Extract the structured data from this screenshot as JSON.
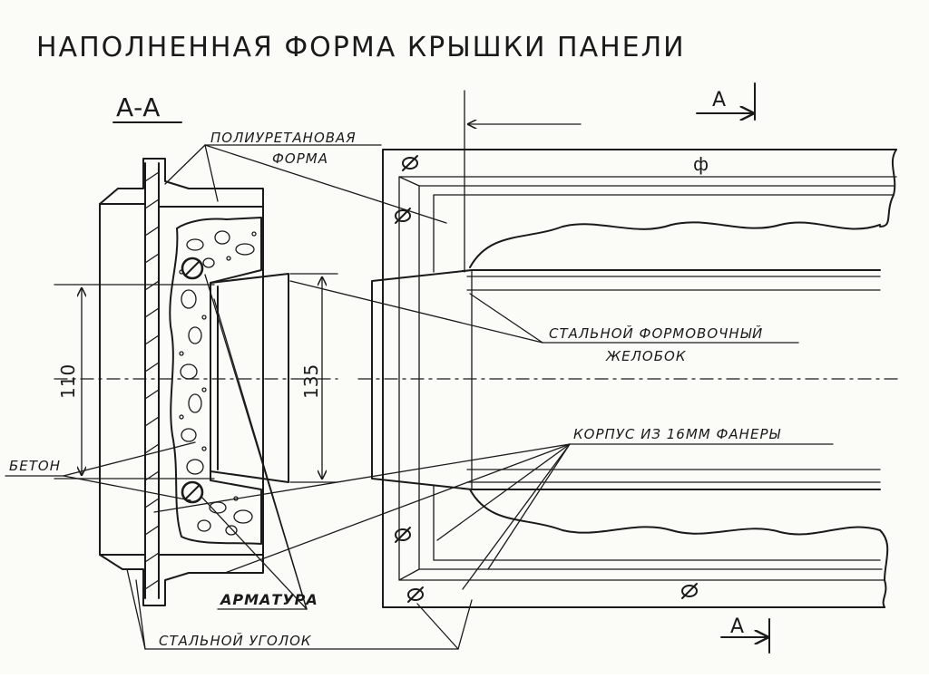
{
  "title": "НАПОЛНЕННАЯ ФОРМА КРЫШКИ ПАНЕЛИ",
  "section_label": "А-А",
  "section_mark_top": "А",
  "section_mark_bottom": "А",
  "labels": {
    "polyurethane_form_line1": "ПОЛИУРЕТАНОВАЯ",
    "polyurethane_form_line2": "ФОРМА",
    "steel_trough_line1": "СТАЛЬНОЙ ФОРМОВОЧНЫЙ",
    "steel_trough_line2": "ЖЕЛОБОК",
    "plywood_body": "КОРПУС ИЗ 16ММ ФАНЕРЫ",
    "concrete": "БЕТОН",
    "rebar": "АРМАТУРА",
    "steel_angle": "СТАЛЬНОЙ УГОЛОК"
  },
  "dimensions": {
    "height_110": "110",
    "height_135": "135"
  },
  "diameter_symbol": "ф",
  "colors": {
    "ink": "#1a1a1a",
    "paper": "#fbfbf8"
  }
}
